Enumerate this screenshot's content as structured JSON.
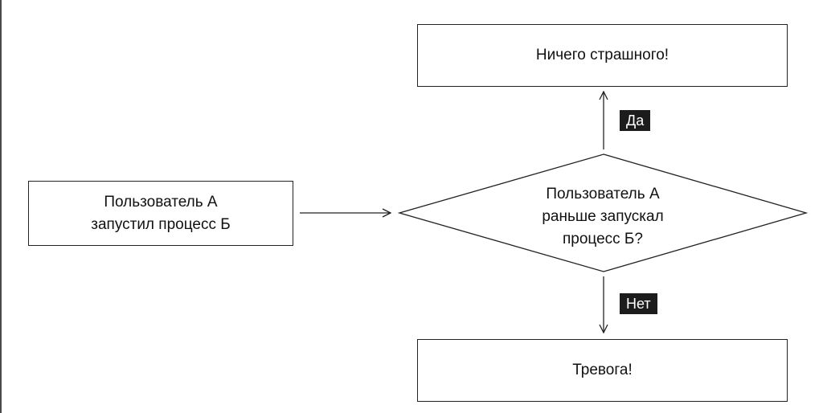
{
  "diagram": {
    "start_node": {
      "text": "Пользователь А\nзапустил процесс Б"
    },
    "decision_node": {
      "text": "Пользователь А\nраньше запускал\nпроцесс Б?"
    },
    "yes_node": {
      "text": "Ничего страшного!"
    },
    "no_node": {
      "text": "Тревога!"
    },
    "edge_yes_label": "Да",
    "edge_no_label": "Нет"
  },
  "colors": {
    "stroke": "#222222",
    "label_background": "#1c1c1c",
    "label_text": "#ffffff",
    "background": "#ffffff"
  }
}
